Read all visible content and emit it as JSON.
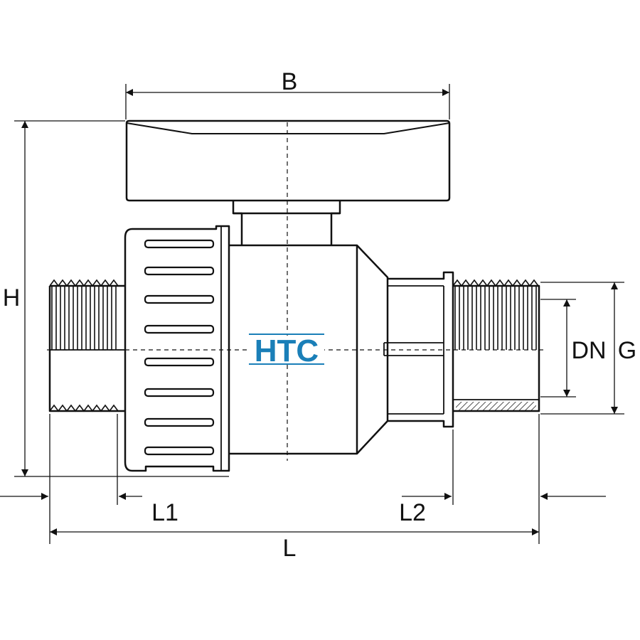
{
  "diagram": {
    "colors": {
      "line": "#111111",
      "logo": "#1a7fb8",
      "background": "#ffffff"
    },
    "logo": {
      "text": "HTC"
    },
    "dimensions": {
      "b": "B",
      "h": "H",
      "dn": "DN",
      "g": "G",
      "l1": "L1",
      "l2": "L2",
      "l": "L"
    }
  }
}
